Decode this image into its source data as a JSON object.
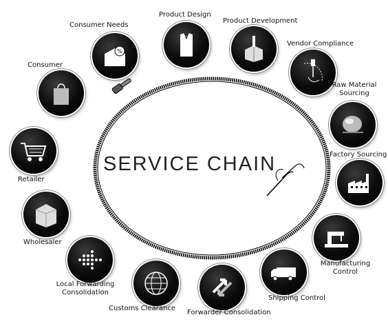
{
  "title": "SERVICE CHAIN",
  "stages": [
    {
      "id": "consumer-needs",
      "label": "Consumer Needs",
      "icon": "needs-box-icon"
    },
    {
      "id": "product-design",
      "label": "Product Design",
      "icon": "shirt-icon"
    },
    {
      "id": "product-development",
      "label": "Product Development",
      "icon": "stamp-press-icon"
    },
    {
      "id": "vendor-compliance",
      "label": "Vendor Compliance",
      "icon": "sewing-needle-icon"
    },
    {
      "id": "raw-material-sourcing",
      "label_lines": [
        "Raw Material",
        "Sourcing"
      ],
      "icon": "material-ball-icon"
    },
    {
      "id": "factory-sourcing",
      "label": "Factory Sourcing",
      "icon": "factory-icon"
    },
    {
      "id": "manufacturing-control",
      "label_lines": [
        "Manufacturing",
        "Control"
      ],
      "icon": "sewing-machine-icon"
    },
    {
      "id": "shipping-control",
      "label": "Shipping Control",
      "icon": "truck-icon"
    },
    {
      "id": "forwarder-consolidation",
      "label": "Forwarder Consolidation",
      "icon": "arrows-icon"
    },
    {
      "id": "customs-clearance",
      "label": "Customs Clearance",
      "icon": "globe-icon"
    },
    {
      "id": "local-forwarding-consolidation",
      "label_lines": [
        "Local Forwarding",
        "Consolidation"
      ],
      "icon": "dotted-arrow-icon"
    },
    {
      "id": "wholesaler",
      "label": "Wholesaler",
      "icon": "boxes-icon"
    },
    {
      "id": "retailer",
      "label": "Retailer",
      "icon": "cart-icon"
    },
    {
      "id": "consumer",
      "label": "Consumer",
      "icon": "shopping-bag-icon"
    }
  ]
}
